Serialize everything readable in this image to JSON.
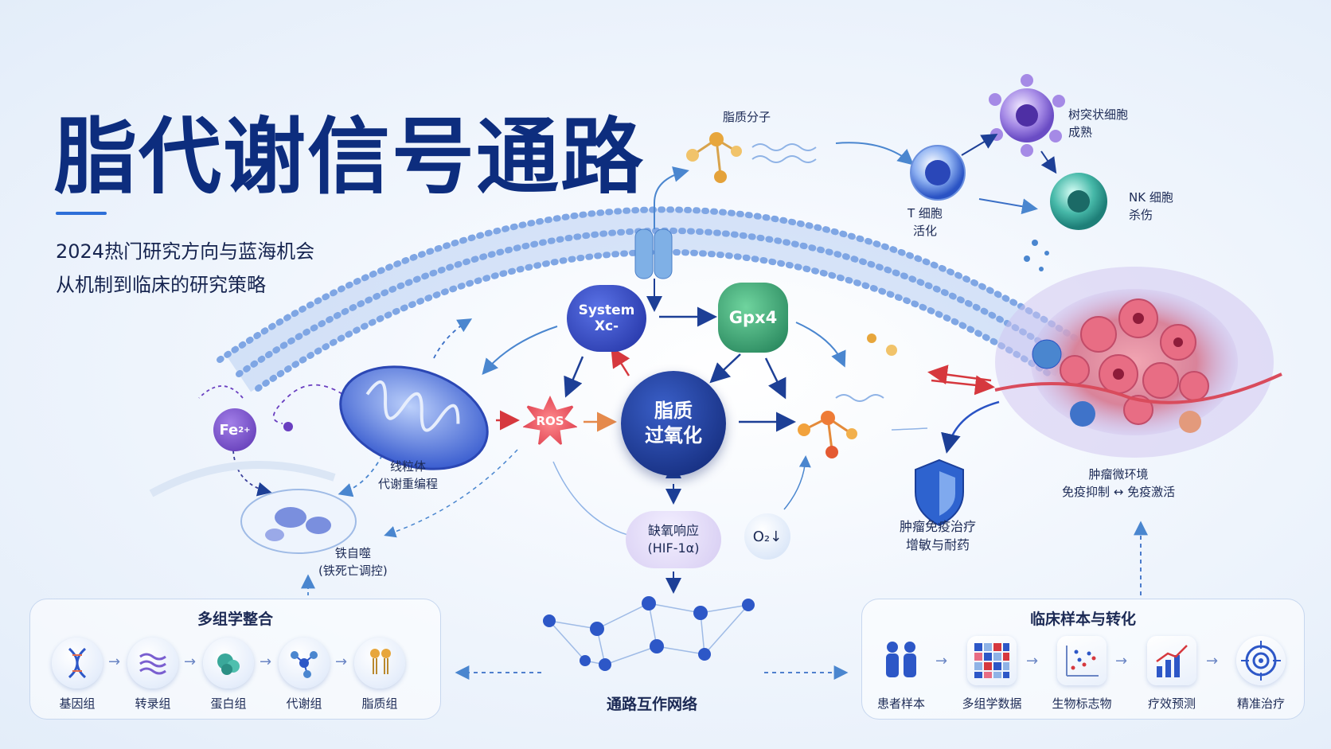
{
  "title": "脂代谢信号通路",
  "subtitle": {
    "line1": "2024热门研究方向与蓝海机会",
    "line2": "从机制到临床的研究策略"
  },
  "nodes": {
    "system_xc": "System Xc-",
    "gpx4": "Gpx4",
    "ros": "ROS",
    "lipid_peroxidation_1": "脂质",
    "lipid_peroxidation_2": "过氧化",
    "fe": "Fe",
    "fe_charge": "2+",
    "hypoxia_1": "缺氧响应",
    "hypoxia_2": "(HIF-1α)",
    "o2": "O₂↓"
  },
  "labels": {
    "lipid_molecule": "脂质分子",
    "mito_1": "线粒体",
    "mito_2": "代谢重编程",
    "ferritin_1": "铁自噬",
    "ferritin_2": "(铁死亡调控)",
    "dc_1": "树突状细胞",
    "dc_2": "成熟",
    "tcell_1": "T 细胞",
    "tcell_2": "活化",
    "nk_1": "NK 细胞",
    "nk_2": "杀伤",
    "tme_1": "肿瘤微环境",
    "tme_2": "免疫抑制 ↔ 免疫激活",
    "immuno_1": "肿瘤免疫治疗",
    "immuno_2": "增敏与耐药",
    "network": "通路互作网络"
  },
  "omics_panel": {
    "title": "多组学整合",
    "items": [
      "基因组",
      "转录组",
      "蛋白组",
      "代谢组",
      "脂质组"
    ]
  },
  "clinical_panel": {
    "title": "临床样本与转化",
    "items": [
      "患者样本",
      "多组学数据",
      "生物标志物",
      "疗效预测",
      "精准治疗"
    ]
  },
  "colors": {
    "title": "#0d2d7e",
    "system_xc": "#2a3fb8",
    "gpx4": "#2f9a6a",
    "ros": "#e03c4c",
    "lipid_peroxidation": "#1c3a9a",
    "fe": "#6a3fc0",
    "hypoxia": "#dcd6f5",
    "o2": "#d9e6f8"
  }
}
